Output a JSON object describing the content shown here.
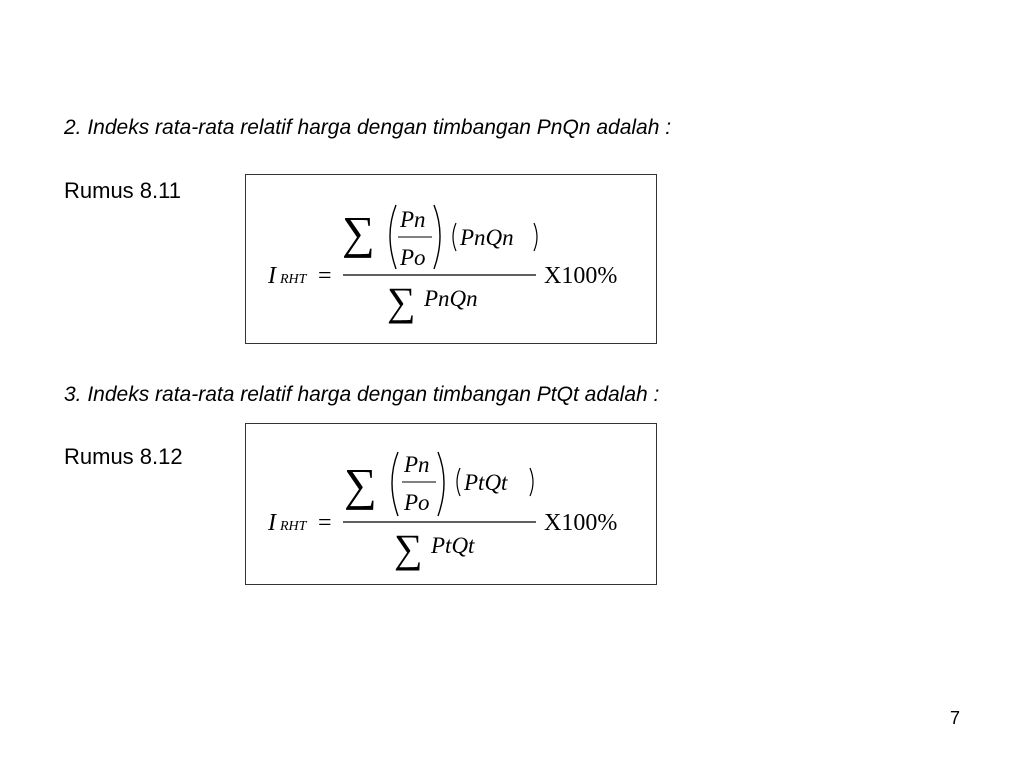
{
  "slide": {
    "heading_1": "2. Indeks rata-rata relatif harga dengan timbangan PnQn adalah :",
    "rumus_1_label": "Rumus 8.11",
    "formula_1": {
      "lhs_main": "I",
      "lhs_sub": "RHT",
      "equals": "=",
      "sum_symbol": "∑",
      "frac_num": "Pn",
      "frac_den": "Po",
      "weight": "PnQn",
      "denominator": "PnQn",
      "multiplier": "X100%"
    },
    "heading_2": "3. Indeks rata-rata relatif harga dengan timbangan PtQt adalah :",
    "rumus_2_label": "Rumus 8.12",
    "formula_2": {
      "lhs_main": "I",
      "lhs_sub": "RHT",
      "equals": "=",
      "sum_symbol": "∑",
      "frac_num": "Pn",
      "frac_den": "Po",
      "weight": "PtQt",
      "denominator": "PtQt",
      "multiplier": "X100%"
    },
    "page_number": "7"
  }
}
